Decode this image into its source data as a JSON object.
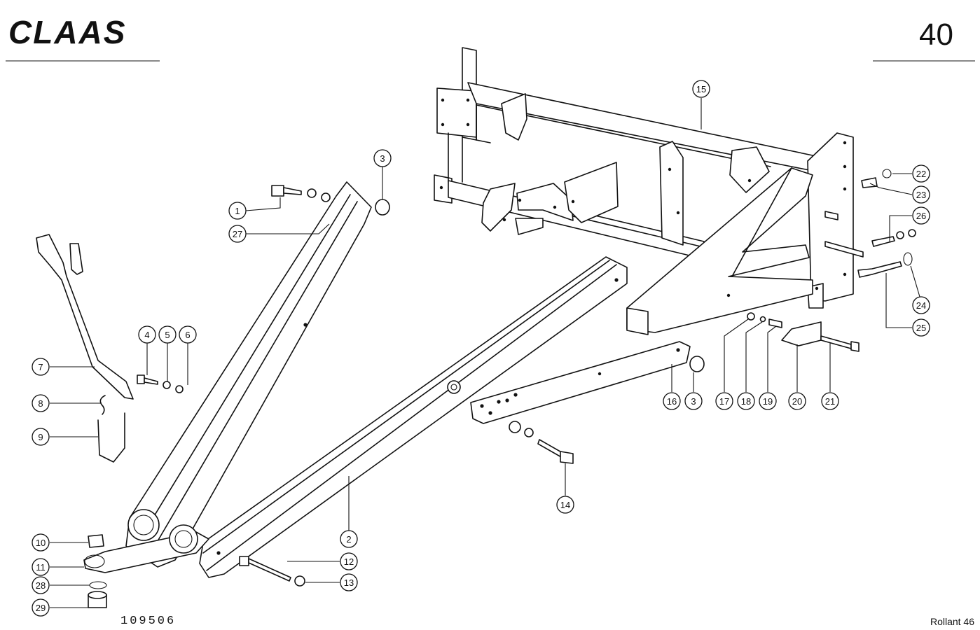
{
  "header": {
    "brand": "CLAAS",
    "page_number": "40"
  },
  "footer": {
    "drawing_number": "109506",
    "model": "Rollant 46"
  },
  "callouts": [
    {
      "id": "c1",
      "label": "1"
    },
    {
      "id": "c2",
      "label": "2"
    },
    {
      "id": "c3a",
      "label": "3"
    },
    {
      "id": "c3b",
      "label": "3"
    },
    {
      "id": "c4",
      "label": "4"
    },
    {
      "id": "c5",
      "label": "5"
    },
    {
      "id": "c6",
      "label": "6"
    },
    {
      "id": "c7",
      "label": "7"
    },
    {
      "id": "c8",
      "label": "8"
    },
    {
      "id": "c9",
      "label": "9"
    },
    {
      "id": "c10",
      "label": "10"
    },
    {
      "id": "c11",
      "label": "11"
    },
    {
      "id": "c12",
      "label": "12"
    },
    {
      "id": "c13",
      "label": "13"
    },
    {
      "id": "c14",
      "label": "14"
    },
    {
      "id": "c15",
      "label": "15"
    },
    {
      "id": "c16",
      "label": "16"
    },
    {
      "id": "c17",
      "label": "17"
    },
    {
      "id": "c18",
      "label": "18"
    },
    {
      "id": "c19",
      "label": "19"
    },
    {
      "id": "c20",
      "label": "20"
    },
    {
      "id": "c21",
      "label": "21"
    },
    {
      "id": "c22",
      "label": "22"
    },
    {
      "id": "c23",
      "label": "23"
    },
    {
      "id": "c24",
      "label": "24"
    },
    {
      "id": "c25",
      "label": "25"
    },
    {
      "id": "c26",
      "label": "26"
    },
    {
      "id": "c27",
      "label": "27"
    },
    {
      "id": "c28",
      "label": "28"
    },
    {
      "id": "c29",
      "label": "29"
    }
  ]
}
